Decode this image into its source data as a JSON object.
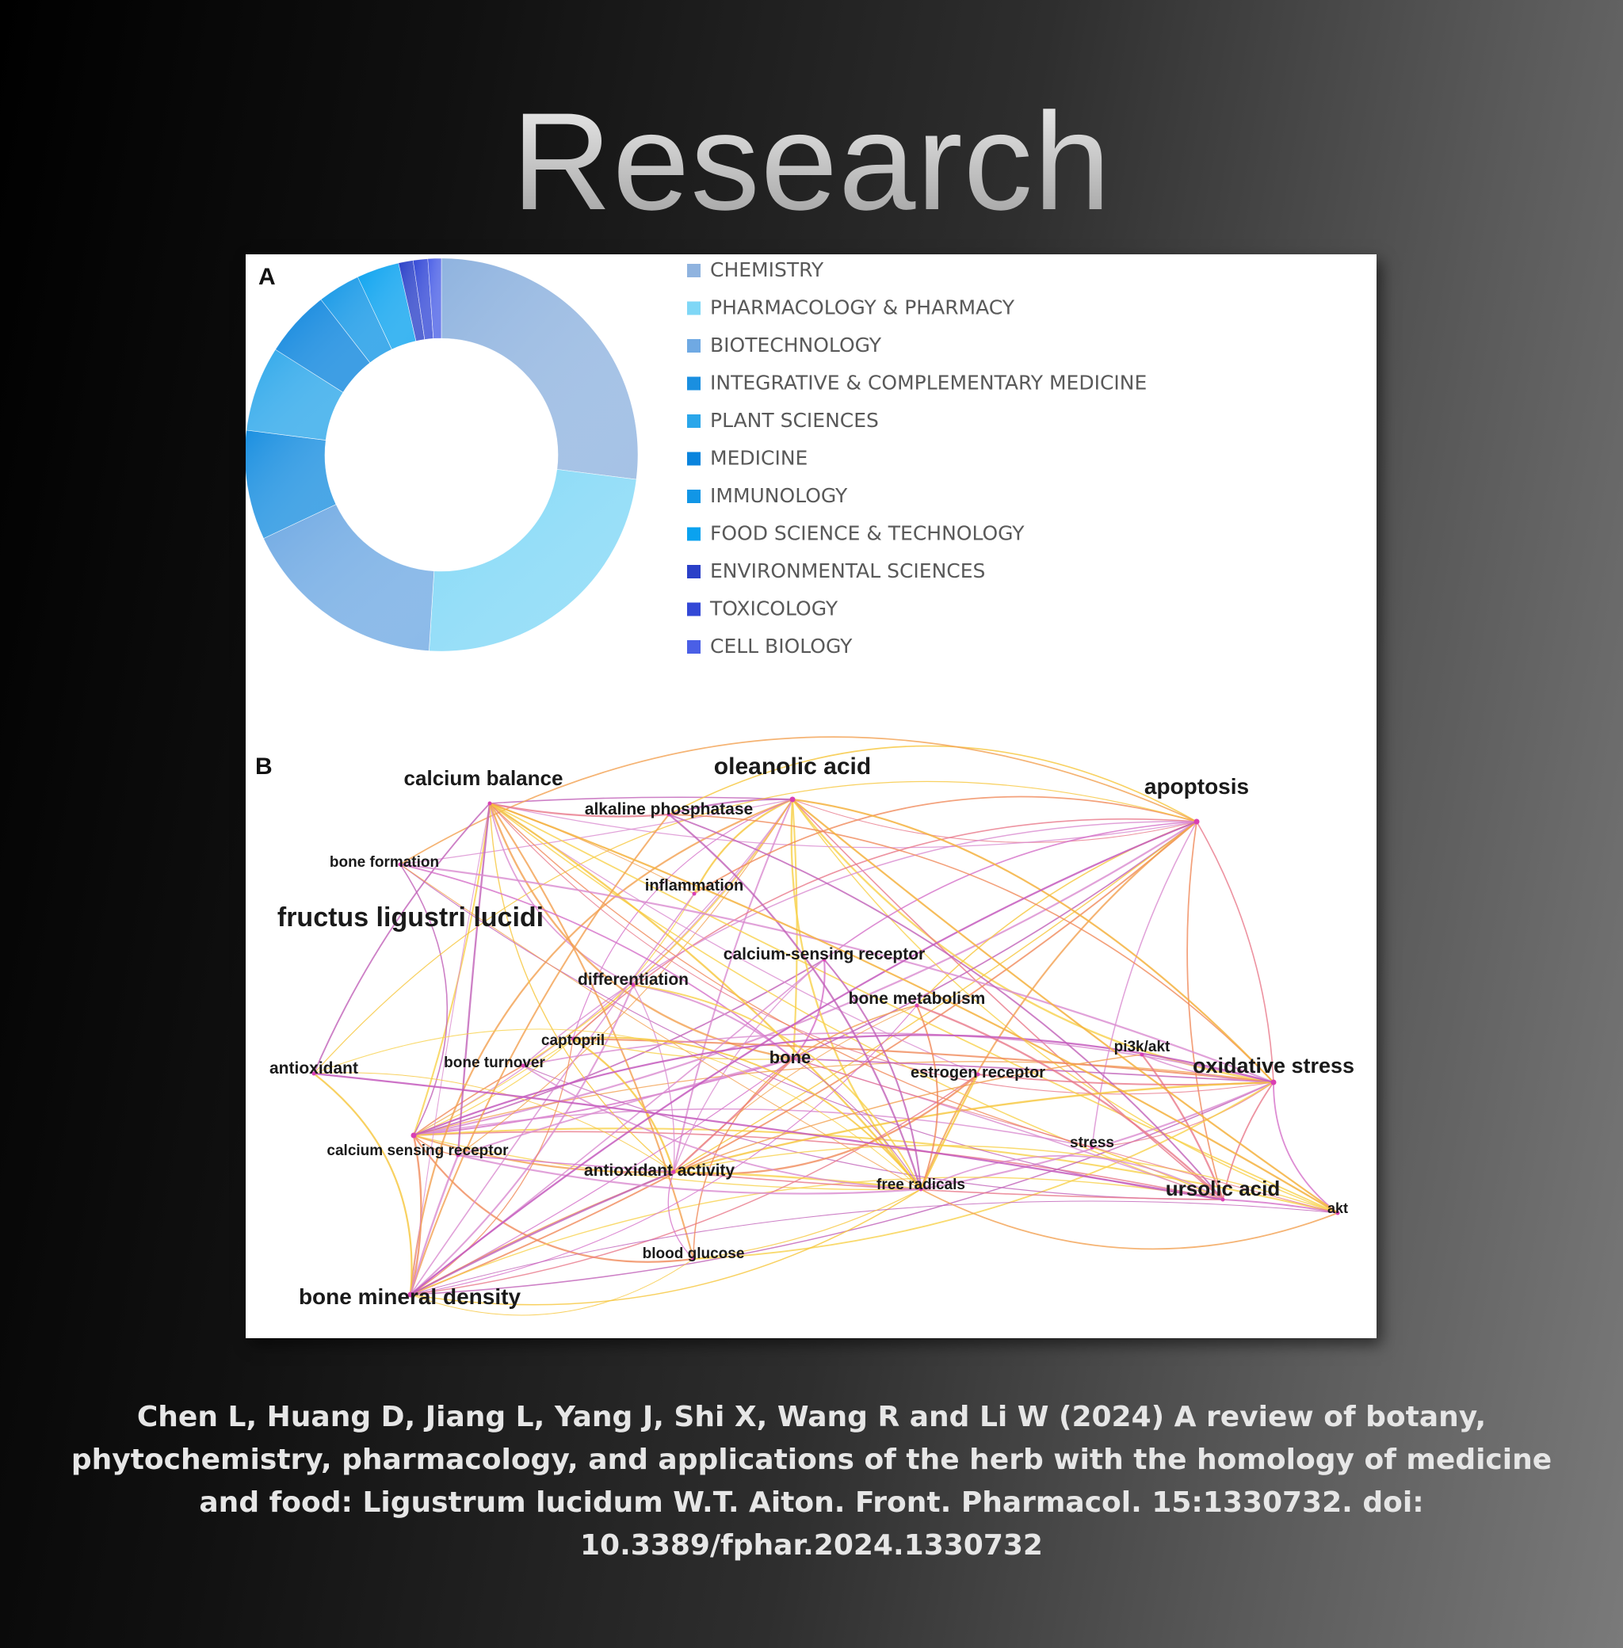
{
  "title": "Research",
  "citation": "Chen L, Huang D, Jiang L, Yang J, Shi X, Wang R and Li W (2024) A review of botany, phytochemistry, pharmacology, and applications of the herb with the homology of medicine and food: Ligustrum lucidum W.T. Aiton. Front. Pharmacol. 15:1330732. doi: 10.3389/fphar.2024.1330732",
  "chart_data": [
    {
      "type": "donut",
      "panel_label": "A",
      "categories": [
        "CHEMISTRY",
        "PHARMACOLOGY & PHARMACY",
        "BIOTECHNOLOGY",
        "INTEGRATIVE & COMPLEMENTARY MEDICINE",
        "PLANT SCIENCES",
        "MEDICINE",
        "IMMUNOLOGY",
        "FOOD SCIENCE & TECHNOLOGY",
        "ENVIRONMENTAL SCIENCES",
        "TOXICOLOGY",
        "CELL BIOLOGY"
      ],
      "values": [
        27,
        24,
        17,
        9,
        7,
        5.5,
        3.5,
        3.5,
        1.2,
        1.2,
        1.1
      ],
      "colors": [
        "#8fb3df",
        "#7fd7f6",
        "#6fa9e3",
        "#1a8fe0",
        "#2aa6ea",
        "#0a84dd",
        "#1196e6",
        "#0aa2ef",
        "#2a40c8",
        "#3348d6",
        "#4a5fe6"
      ],
      "legend_position": "right"
    },
    {
      "type": "network",
      "panel_label": "B",
      "nodes": [
        {
          "id": "fructus ligustri lucidi",
          "size": "large"
        },
        {
          "id": "oleanolic acid",
          "size": "large"
        },
        {
          "id": "apoptosis",
          "size": "large"
        },
        {
          "id": "calcium balance",
          "size": "medium"
        },
        {
          "id": "oxidative stress",
          "size": "large"
        },
        {
          "id": "ursolic acid",
          "size": "medium"
        },
        {
          "id": "bone mineral density",
          "size": "large"
        },
        {
          "id": "alkaline phosphatase",
          "size": "small"
        },
        {
          "id": "bone formation",
          "size": "small"
        },
        {
          "id": "inflammation",
          "size": "small"
        },
        {
          "id": "calcium-sensing receptor",
          "size": "small"
        },
        {
          "id": "differentiation",
          "size": "small"
        },
        {
          "id": "bone metabolism",
          "size": "small"
        },
        {
          "id": "captopril",
          "size": "small"
        },
        {
          "id": "bone turnover",
          "size": "small"
        },
        {
          "id": "antioxidant",
          "size": "small"
        },
        {
          "id": "bone",
          "size": "small"
        },
        {
          "id": "estrogen receptor",
          "size": "small"
        },
        {
          "id": "pi3k/akt",
          "size": "small"
        },
        {
          "id": "stress",
          "size": "small"
        },
        {
          "id": "calcium sensing receptor",
          "size": "small"
        },
        {
          "id": "antioxidant activity",
          "size": "small"
        },
        {
          "id": "free radicals",
          "size": "small"
        },
        {
          "id": "akt",
          "size": "small"
        },
        {
          "id": "blood glucose",
          "size": "small"
        }
      ]
    }
  ]
}
